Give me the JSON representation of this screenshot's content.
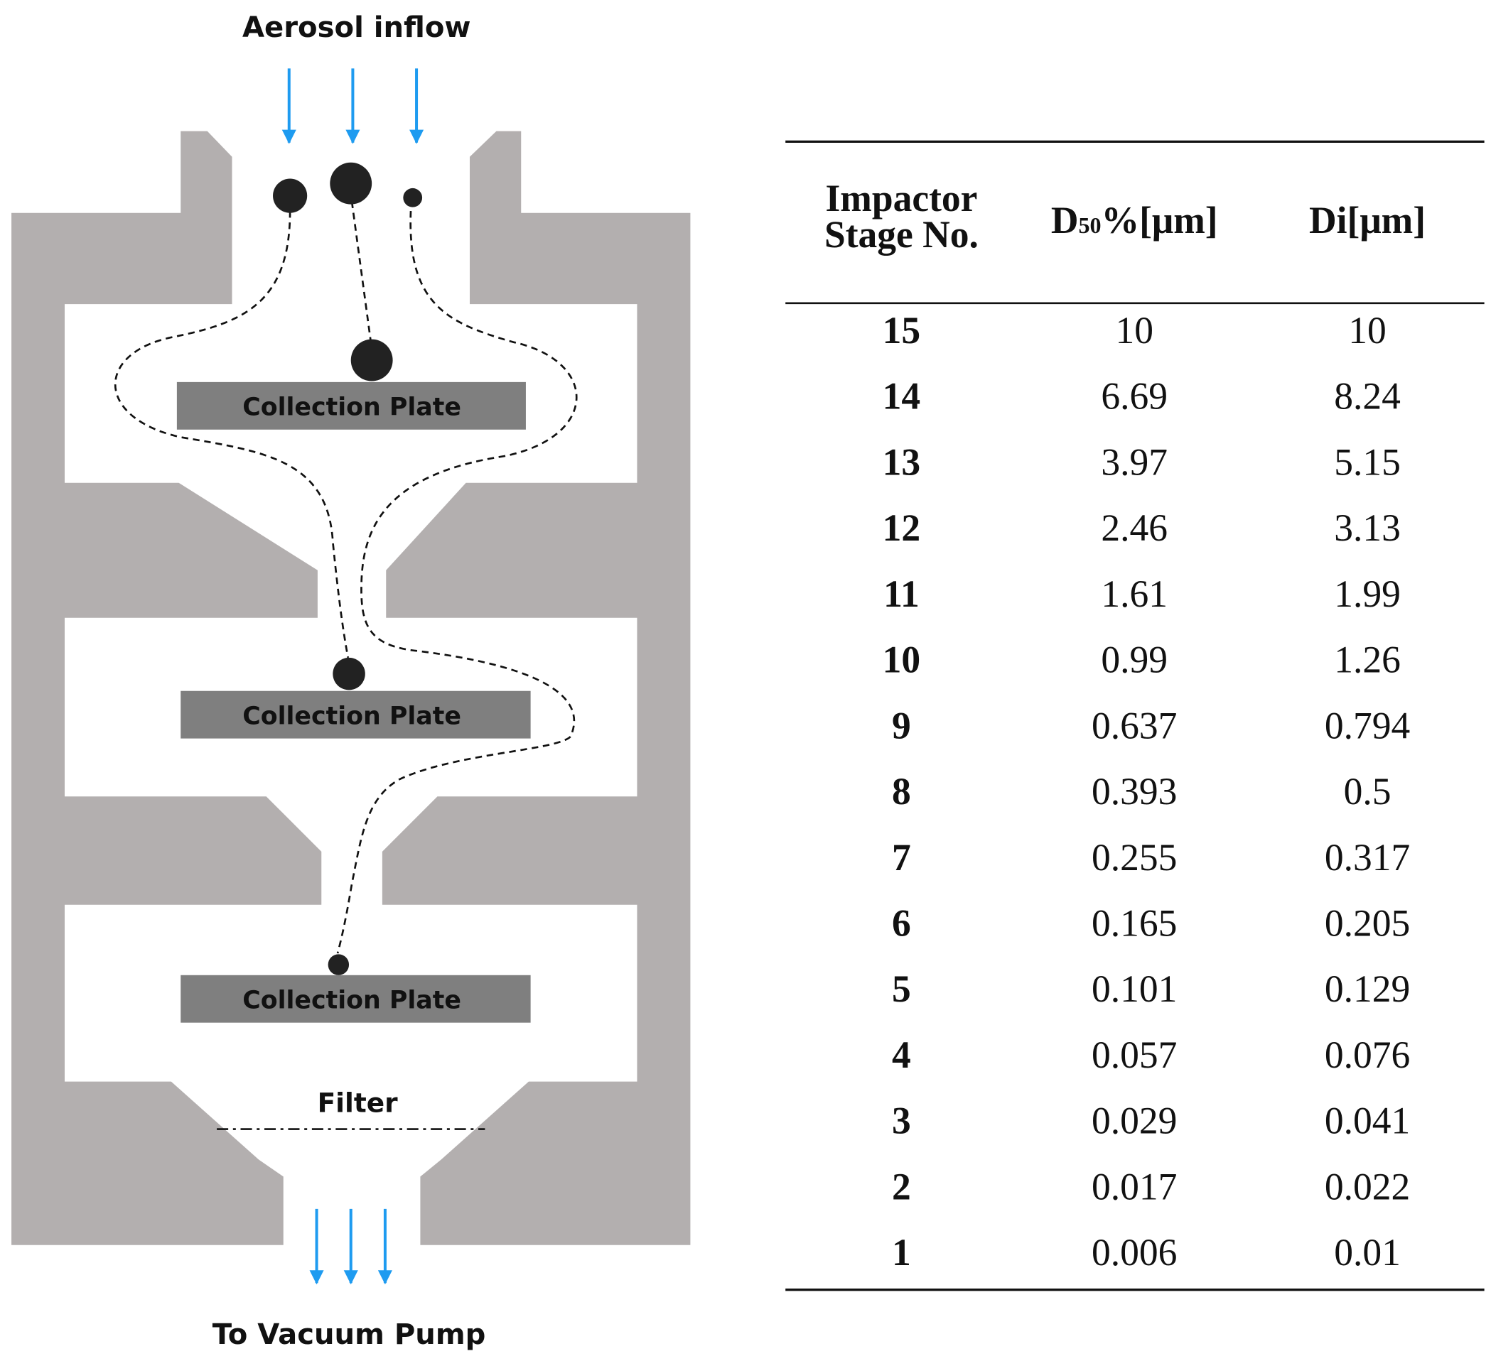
{
  "diagram": {
    "inflow_label": "Aerosol inflow",
    "outflow_label": "To Vacuum Pump",
    "filter_label": "Filter",
    "plate_labels": [
      "Collection Plate",
      "Collection Plate",
      "Collection Plate"
    ],
    "colors": {
      "body": "#b3afaf",
      "plate": "#7f7f7f",
      "arrow": "#1e9bf0",
      "particle": "#222222"
    }
  },
  "table": {
    "headers": {
      "stage_line1": "Impactor",
      "stage_line2": "Stage No.",
      "d50_main": "D",
      "d50_sub": "50",
      "d50_tail": "%[μm]",
      "di": "Di[μm]"
    },
    "rows": [
      {
        "stage": "15",
        "d50": "10",
        "di": "10"
      },
      {
        "stage": "14",
        "d50": "6.69",
        "di": "8.24"
      },
      {
        "stage": "13",
        "d50": "3.97",
        "di": "5.15"
      },
      {
        "stage": "12",
        "d50": "2.46",
        "di": "3.13"
      },
      {
        "stage": "11",
        "d50": "1.61",
        "di": "1.99"
      },
      {
        "stage": "10",
        "d50": "0.99",
        "di": "1.26"
      },
      {
        "stage": "9",
        "d50": "0.637",
        "di": "0.794"
      },
      {
        "stage": "8",
        "d50": "0.393",
        "di": "0.5"
      },
      {
        "stage": "7",
        "d50": "0.255",
        "di": "0.317"
      },
      {
        "stage": "6",
        "d50": "0.165",
        "di": "0.205"
      },
      {
        "stage": "5",
        "d50": "0.101",
        "di": "0.129"
      },
      {
        "stage": "4",
        "d50": "0.057",
        "di": "0.076"
      },
      {
        "stage": "3",
        "d50": "0.029",
        "di": "0.041"
      },
      {
        "stage": "2",
        "d50": "0.017",
        "di": "0.022"
      },
      {
        "stage": "1",
        "d50": "0.006",
        "di": "0.01"
      }
    ]
  }
}
